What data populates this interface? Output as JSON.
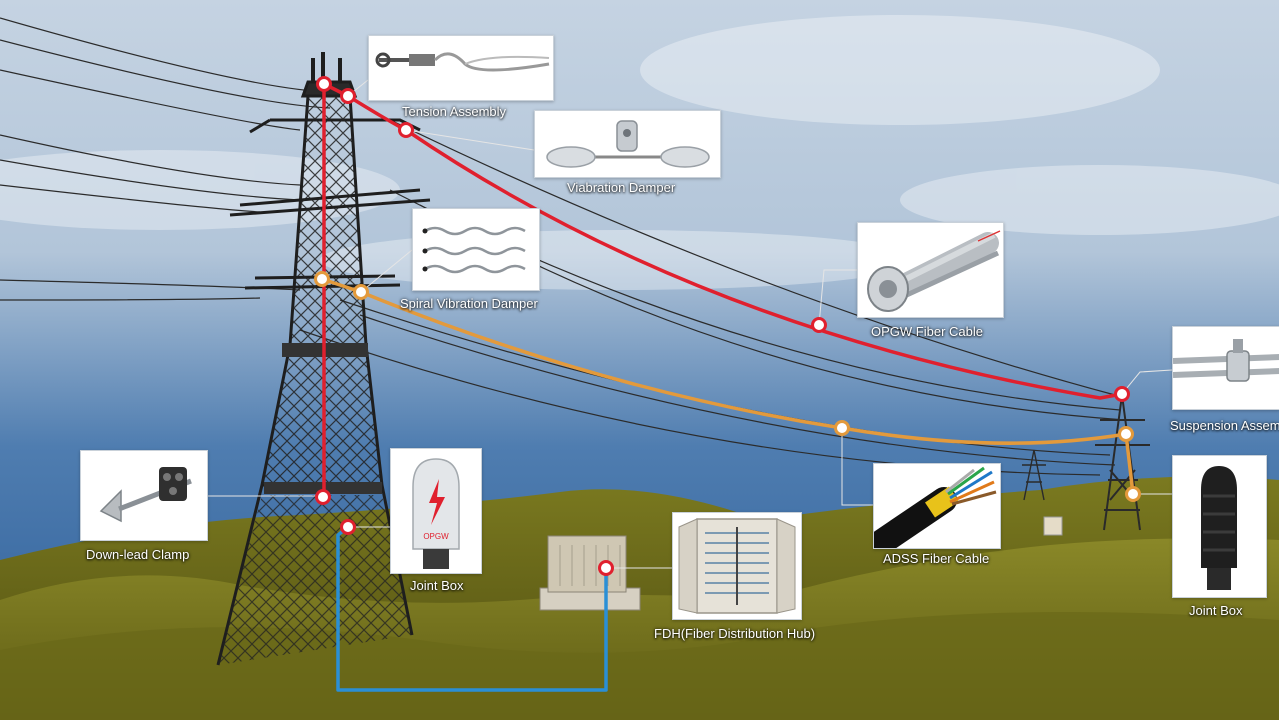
{
  "components": {
    "tension_assembly": {
      "label": "Tension Assembly"
    },
    "vibration_damper": {
      "label": "Viabration Damper"
    },
    "spiral_vibration_damper": {
      "label": "Spiral Vibration Damper"
    },
    "opgw_fiber_cable": {
      "label": "OPGW Fiber Cable"
    },
    "suspension_assembly": {
      "label": "Suspension Assem"
    },
    "down_lead_clamp": {
      "label": "Down-lead Clamp"
    },
    "joint_box_left": {
      "label": "Joint Box",
      "badge": "OPGW"
    },
    "fdh": {
      "label": "FDH(Fiber Distribution Hub)"
    },
    "adss_fiber_cable": {
      "label": "ADSS Fiber Cable"
    },
    "joint_box_right": {
      "label": "Joint Box"
    }
  },
  "colors": {
    "opgw_line": "#e0202e",
    "adss_line": "#e39a3c",
    "ground_line": "#2a8fd6",
    "marker_fill": "#ffffff",
    "tower": "#1e1e1e",
    "hill": "#7d7c22"
  }
}
